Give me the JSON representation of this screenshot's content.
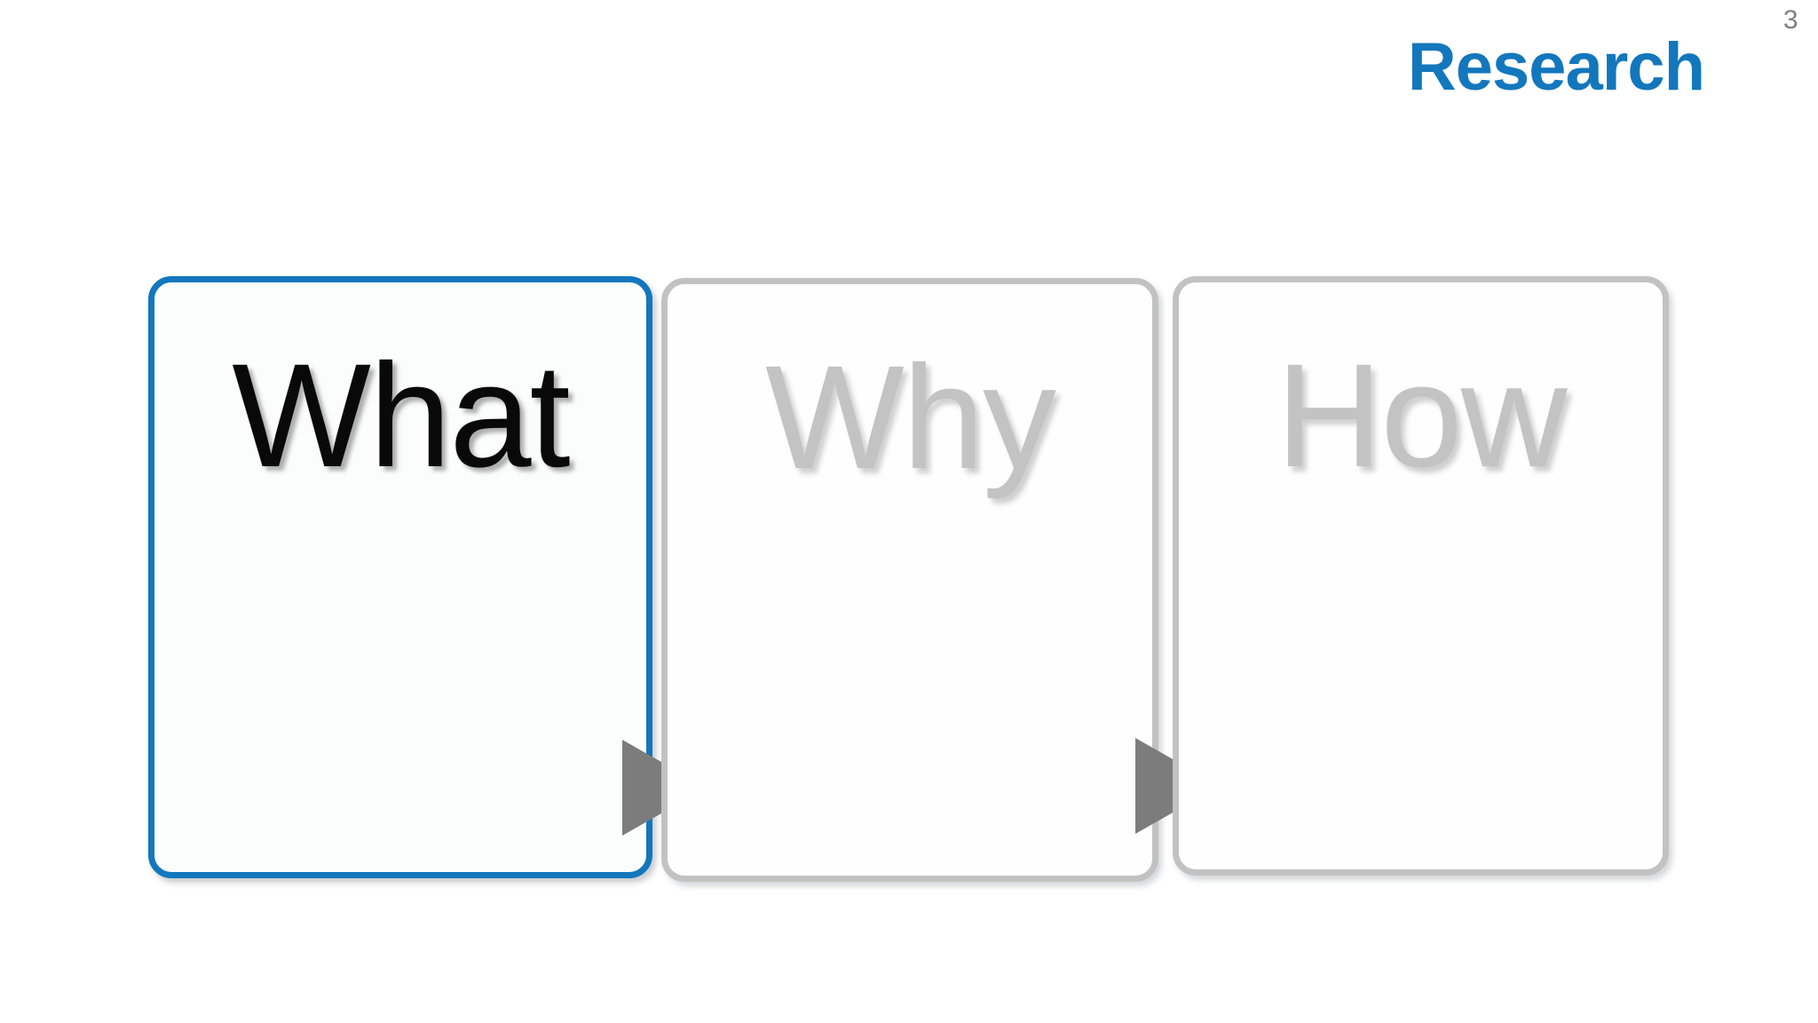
{
  "slide": {
    "title": "Research",
    "page_number": "3",
    "title_color": "#1377bd",
    "page_number_color": "#7f7f7f",
    "background_color": "#ffffff"
  },
  "cards": [
    {
      "label": "What",
      "state": "active",
      "border_color": "#1377bd",
      "text_color": "#090909"
    },
    {
      "label": "Why",
      "state": "inactive",
      "border_color": "#c2c2c2",
      "text_color": "#c3c3c3"
    },
    {
      "label": "How",
      "state": "inactive",
      "border_color": "#c2c2c2",
      "text_color": "#c3c3c3"
    }
  ],
  "arrows": [
    {
      "name": "arrow-what-to-why",
      "color": "#7c7c7c",
      "direction": "right"
    },
    {
      "name": "arrow-why-to-how",
      "color": "#7c7c7c",
      "direction": "right"
    }
  ]
}
